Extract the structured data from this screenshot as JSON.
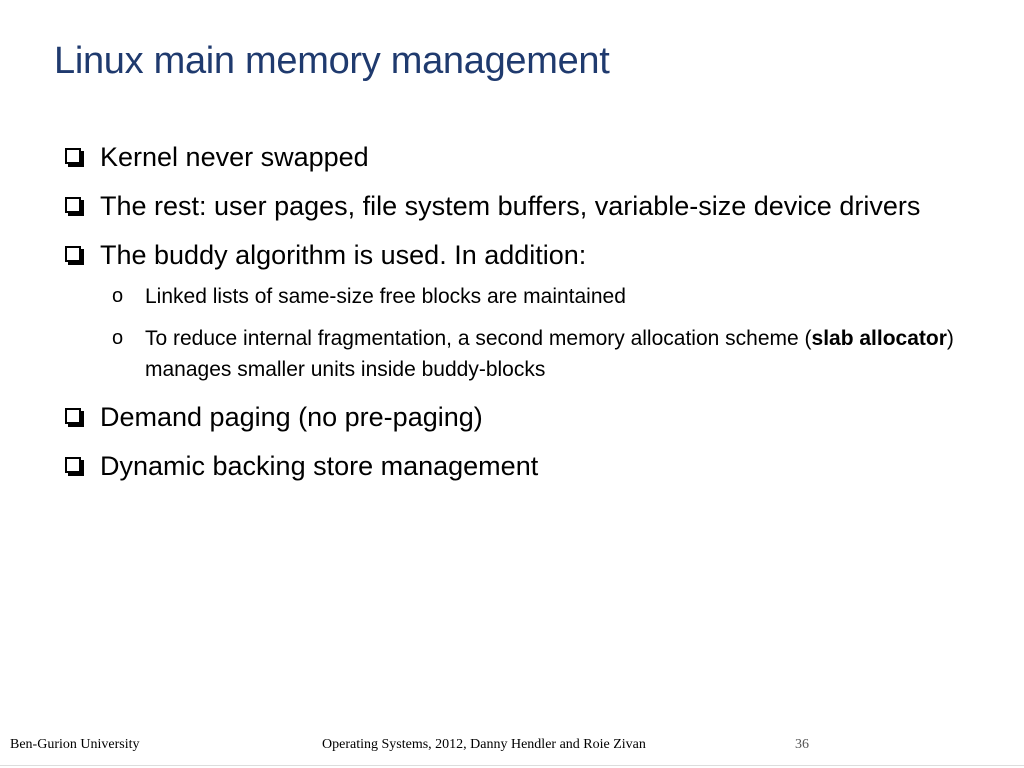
{
  "slide": {
    "title": "Linux main memory management",
    "bullets": {
      "b1": "Kernel never swapped",
      "b2": "The rest: user pages, file system buffers, variable-size device drivers",
      "b3": "The buddy algorithm is used. In addition:",
      "b3_sub1": "Linked lists of same-size free blocks are maintained",
      "b3_sub2_pre": "To reduce internal fragmentation, a second memory allocation scheme (",
      "b3_sub2_bold": "slab allocator",
      "b3_sub2_post": ") manages smaller units inside buddy-blocks",
      "b4": "Demand paging (no pre-paging)",
      "b5": "Dynamic backing store management"
    },
    "sub_marker": "o"
  },
  "footer": {
    "left": "Ben-Gurion University",
    "center": "Operating Systems, 2012, Danny Hendler and Roie Zivan",
    "page": "36"
  },
  "colors": {
    "title": "#1F3A6E"
  }
}
